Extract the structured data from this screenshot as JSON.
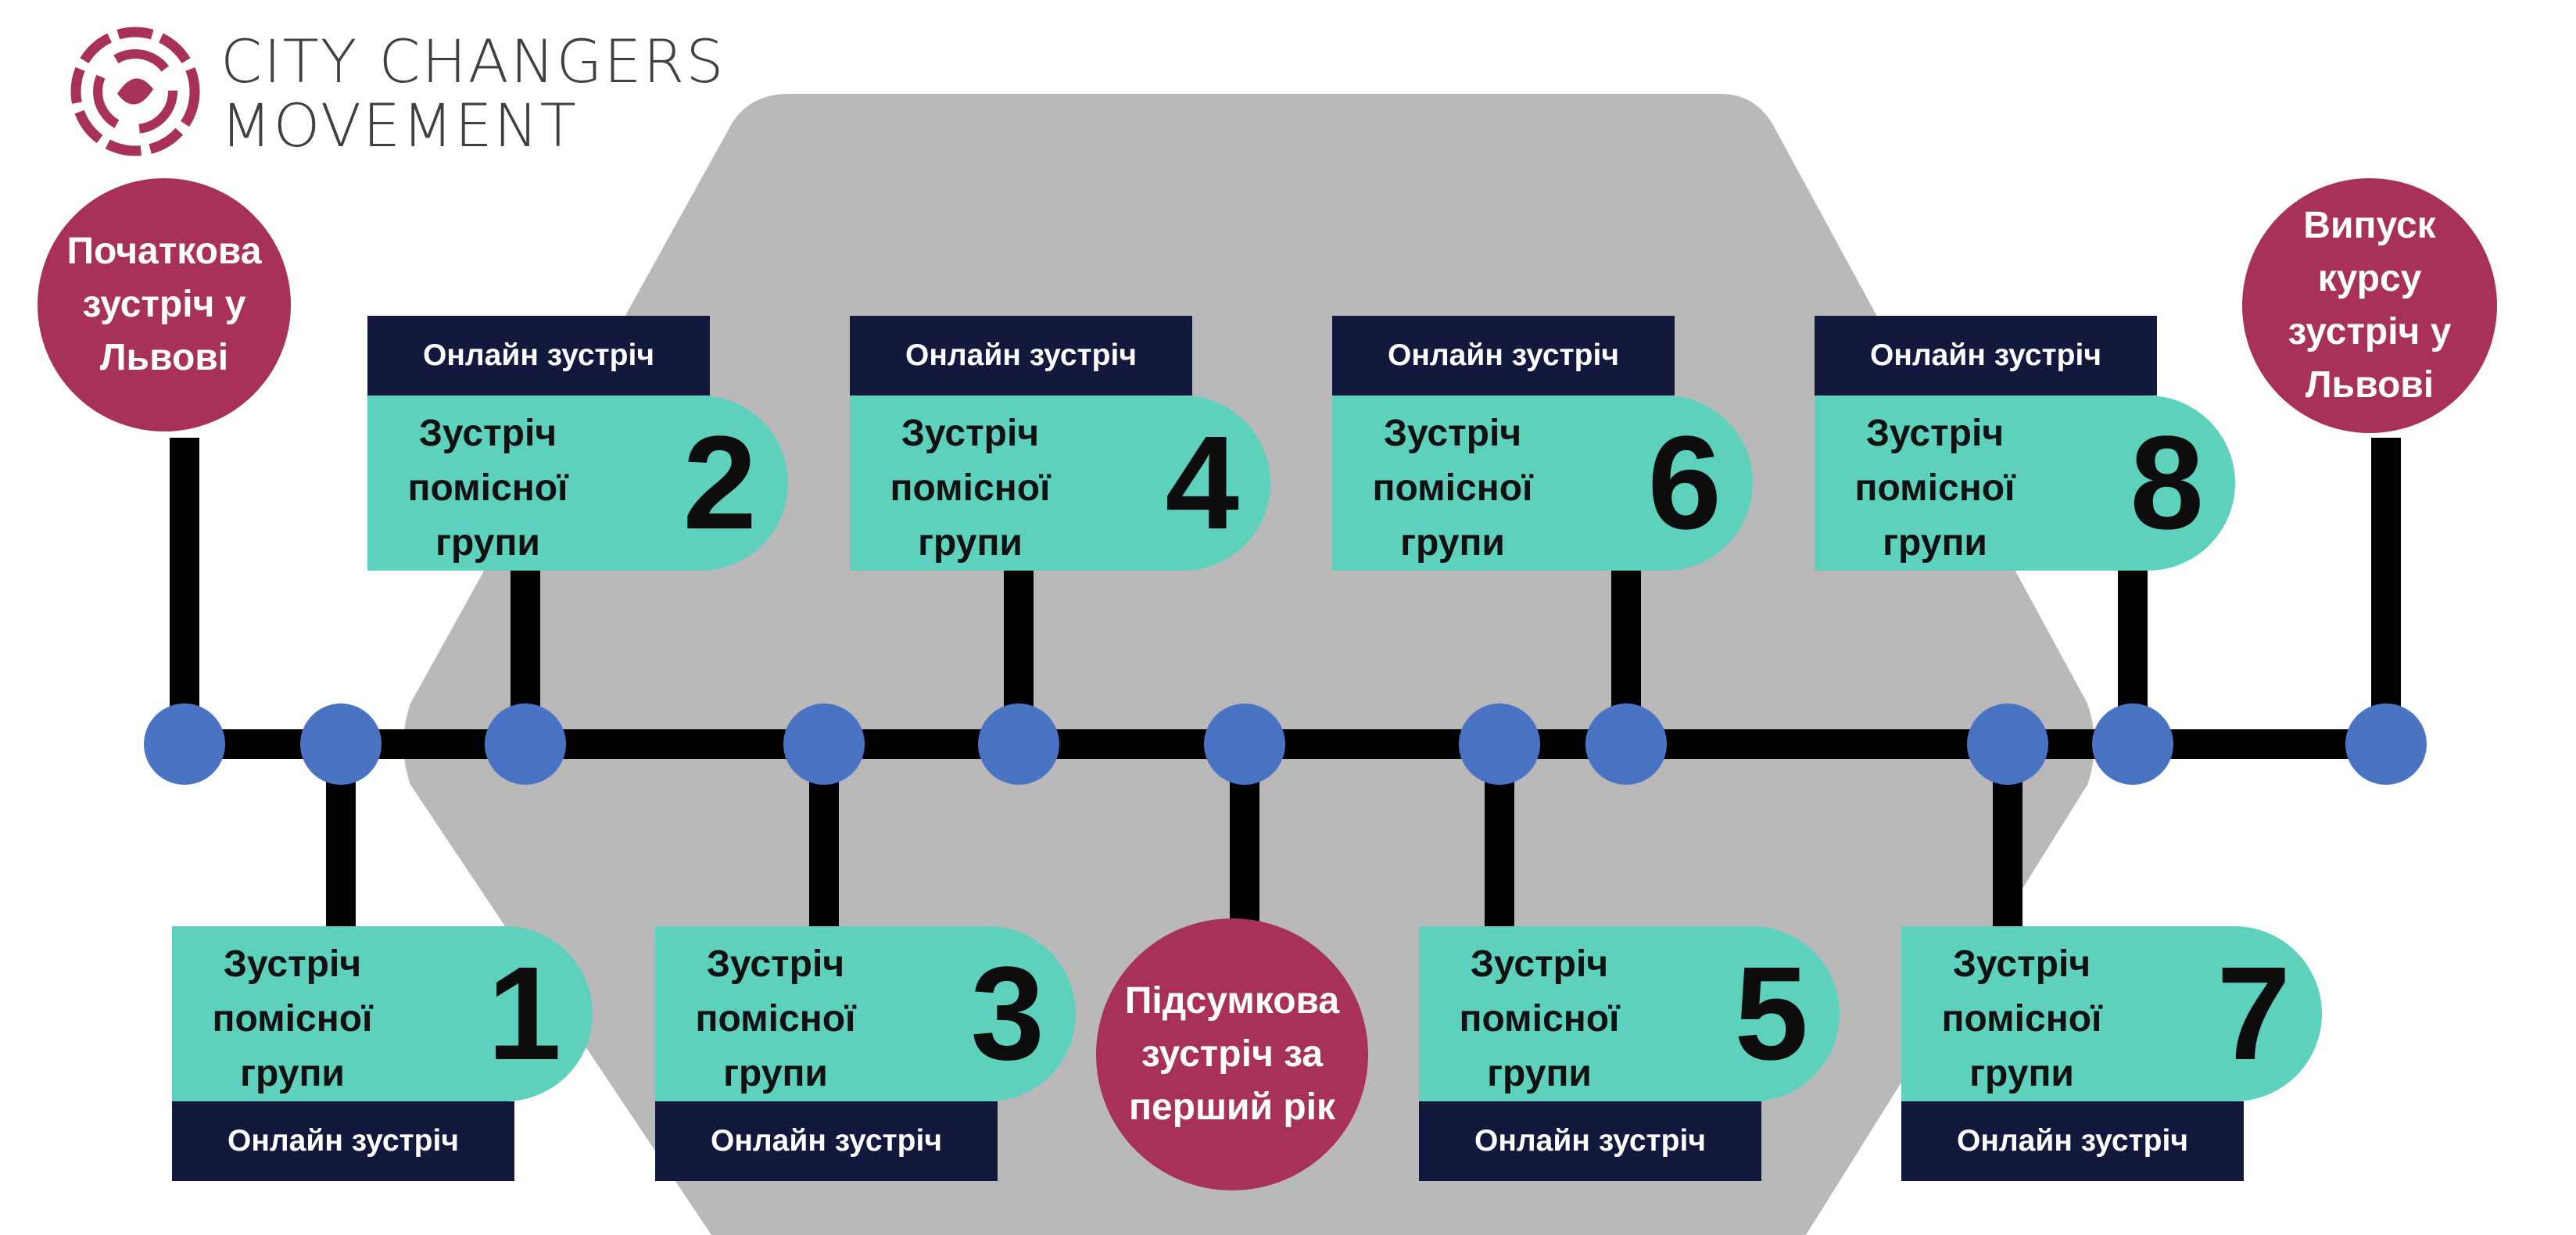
{
  "logo": {
    "line1": "CITY CHANGERS",
    "line2": "MOVEMENT"
  },
  "colors": {
    "circle": "#a83158",
    "card": "#5ed1bc",
    "tag": "#13183d",
    "dot": "#4b73c4",
    "hexagon": "#b9b9b9",
    "line": "#000000"
  },
  "start": "Початкова зустріч у Львові",
  "end": "Випуск курсу зустріч у Львові",
  "summary": "Підсумкова зустріч за перший рік",
  "online_label": "Онлайн зустріч",
  "card_text": [
    "Зустріч",
    "помісної",
    "групи"
  ],
  "meetings": [
    {
      "num": "1",
      "online": "Онлайн зустріч"
    },
    {
      "num": "2",
      "online": "Онлайн зустріч"
    },
    {
      "num": "3",
      "online": "Онлайн зустріч"
    },
    {
      "num": "4",
      "online": "Онлайн зустріч"
    },
    {
      "num": "5",
      "online": "Онлайн зустріч"
    },
    {
      "num": "6",
      "online": "Онлайн зустріч"
    },
    {
      "num": "7",
      "online": "Онлайн зустріч"
    },
    {
      "num": "8",
      "online": "Онлайн зустріч"
    }
  ]
}
